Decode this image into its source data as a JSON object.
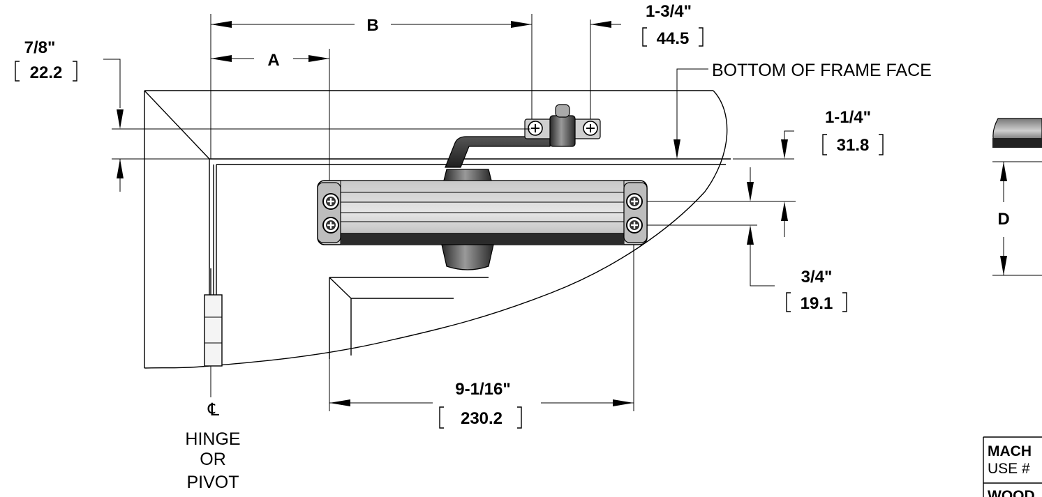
{
  "dimensions": {
    "a": {
      "label": "A"
    },
    "b": {
      "label": "B"
    },
    "d": {
      "label": "D"
    },
    "d78": {
      "imperial": "7/8\"",
      "metric": "22.2"
    },
    "d134": {
      "imperial": "1-3/4\"",
      "metric": "44.5"
    },
    "d114": {
      "imperial": "1-1/4\"",
      "metric": "31.8"
    },
    "d34": {
      "imperial": "3/4\"",
      "metric": "19.1"
    },
    "d9116": {
      "imperial": "9-1/16\"",
      "metric": "230.2"
    }
  },
  "notes": {
    "frame_face": "BOTTOM OF FRAME FACE",
    "centerline_symbol": "℄",
    "hinge_lines": [
      "HINGE",
      "OR",
      "PIVOT"
    ]
  },
  "table": {
    "row1_line1": "MACH",
    "row1_line2": "USE #",
    "row2_line1": "WOOD"
  }
}
